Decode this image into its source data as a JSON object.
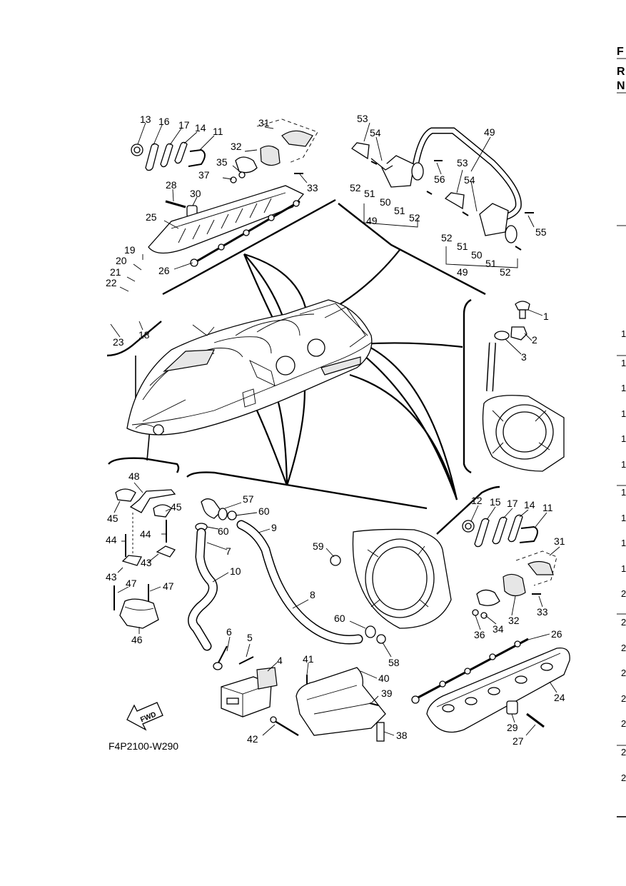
{
  "diagram_code": "F4P2100-W290",
  "fwd_label": "FWD",
  "edge_letters": [
    "F",
    "R",
    "N"
  ],
  "edge_numbers": [
    "1",
    "1",
    "1",
    "1",
    "1",
    "1",
    "1",
    "1",
    "1",
    "1",
    "2",
    "2",
    "2",
    "2",
    "2",
    "2",
    "2",
    "2"
  ],
  "callouts": {
    "c1": "1",
    "c2": "2",
    "c3": "3",
    "c4": "4",
    "c5": "5",
    "c6": "6",
    "c7": "7",
    "c8": "8",
    "c9": "9",
    "c10": "10",
    "c11a": "11",
    "c11b": "11",
    "c12": "12",
    "c13": "13",
    "c14a": "14",
    "c14b": "14",
    "c15": "15",
    "c16": "16",
    "c17a": "17",
    "c17b": "17",
    "c18": "18",
    "c19": "19",
    "c20": "20",
    "c21": "21",
    "c22": "22",
    "c23": "23",
    "c24": "24",
    "c25": "25",
    "c26a": "26",
    "c26b": "26",
    "c27": "27",
    "c28": "28",
    "c29": "29",
    "c30": "30",
    "c31a": "31",
    "c31b": "31",
    "c32a": "32",
    "c32b": "32",
    "c33a": "33",
    "c33b": "33",
    "c34": "34",
    "c35": "35",
    "c36": "36",
    "c37": "37",
    "c38": "38",
    "c39": "39",
    "c40": "40",
    "c41": "41",
    "c42": "42",
    "c43a": "43",
    "c43b": "43",
    "c44a": "44",
    "c44b": "44",
    "c45a": "45",
    "c45b": "45",
    "c46": "46",
    "c47a": "47",
    "c47b": "47",
    "c48": "48",
    "c49a": "49",
    "c49b": "49",
    "c49c": "49",
    "c50a": "50",
    "c50b": "50",
    "c51a": "51",
    "c51b": "51",
    "c51c": "51",
    "c51d": "51",
    "c52a": "52",
    "c52b": "52",
    "c52c": "52",
    "c52d": "52",
    "c53a": "53",
    "c53b": "53",
    "c54a": "54",
    "c54b": "54",
    "c55": "55",
    "c56": "56",
    "c57": "57",
    "c58": "58",
    "c59": "59",
    "c60a": "60",
    "c60b": "60",
    "c60c": "60"
  }
}
